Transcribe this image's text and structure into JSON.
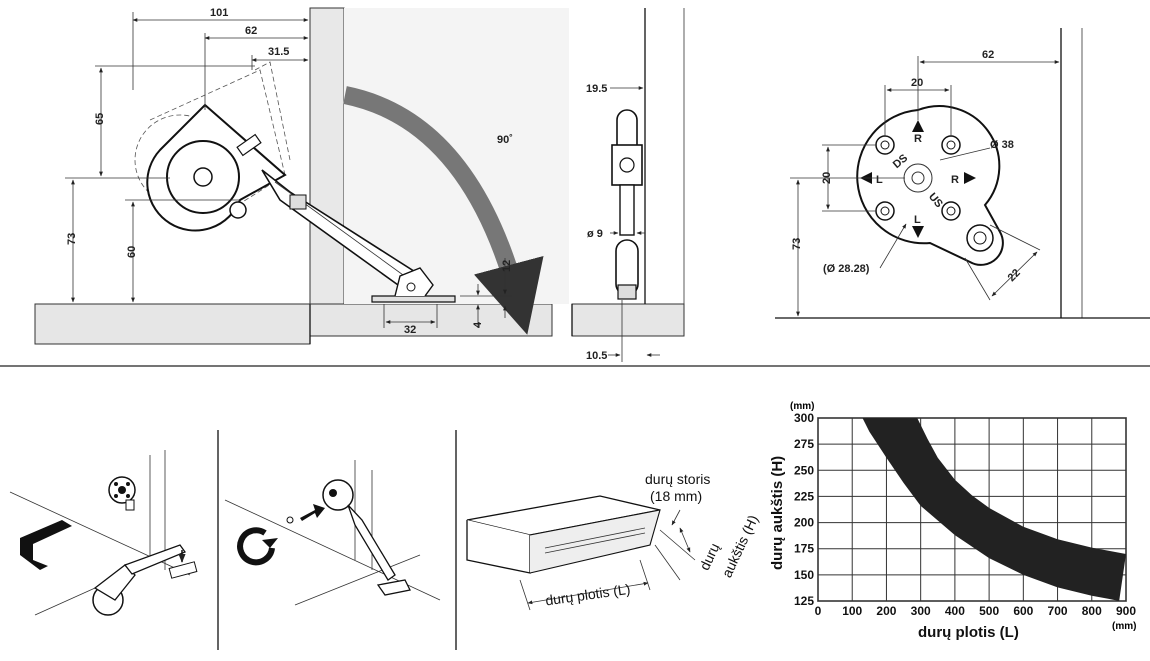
{
  "dims": {
    "d101": "101",
    "d62a": "62",
    "d31_5": "31.5",
    "d65": "65",
    "d73a": "73",
    "d60": "60",
    "d90": "90˚",
    "d12": "12",
    "d4": "4",
    "d32": "32",
    "d19_5": "19.5",
    "d9": "ø 9",
    "d10_5": "10.5",
    "d62b": "62",
    "d20a": "20",
    "d20b": "20",
    "d38": "Ø 38",
    "d73b": "73",
    "d28": "(Ø 28.28)",
    "d22": "22"
  },
  "plate_letters": {
    "r_top": "R",
    "r_right": "R",
    "l_left": "L",
    "l_bottom": "L",
    "ds": "DS",
    "us": "US"
  },
  "sketch_labels": {
    "thickness": "durų storis",
    "thickness_value": "(18 mm)",
    "width": "durų plotis (L)",
    "height_1": "durų",
    "height_2": "aukštis (H)"
  },
  "chart_data": {
    "type": "area",
    "xlabel": "durų plotis (L)",
    "ylabel": "durų aukštis (H)",
    "x_unit": "(mm)",
    "y_unit": "(mm)",
    "xlim": [
      0,
      900
    ],
    "ylim": [
      125,
      300
    ],
    "x_ticks": [
      0,
      100,
      200,
      300,
      400,
      500,
      600,
      700,
      800,
      900
    ],
    "y_ticks": [
      125,
      150,
      175,
      200,
      225,
      250,
      275,
      300
    ],
    "grid": true,
    "band_color": "#222222",
    "series": [
      {
        "x": [
          130,
          150,
          200,
          250,
          300,
          400,
          500,
          600,
          700,
          800,
          850,
          880
        ],
        "y": [
          300,
          287,
          262,
          238,
          216,
          188,
          166,
          150,
          138,
          130,
          127,
          125
        ]
      },
      {
        "x": [
          290,
          320,
          350,
          400,
          450,
          500,
          600,
          700,
          800,
          900
        ],
        "y": [
          300,
          280,
          262,
          241,
          226,
          214,
          196,
          184,
          176,
          170
        ]
      }
    ]
  }
}
